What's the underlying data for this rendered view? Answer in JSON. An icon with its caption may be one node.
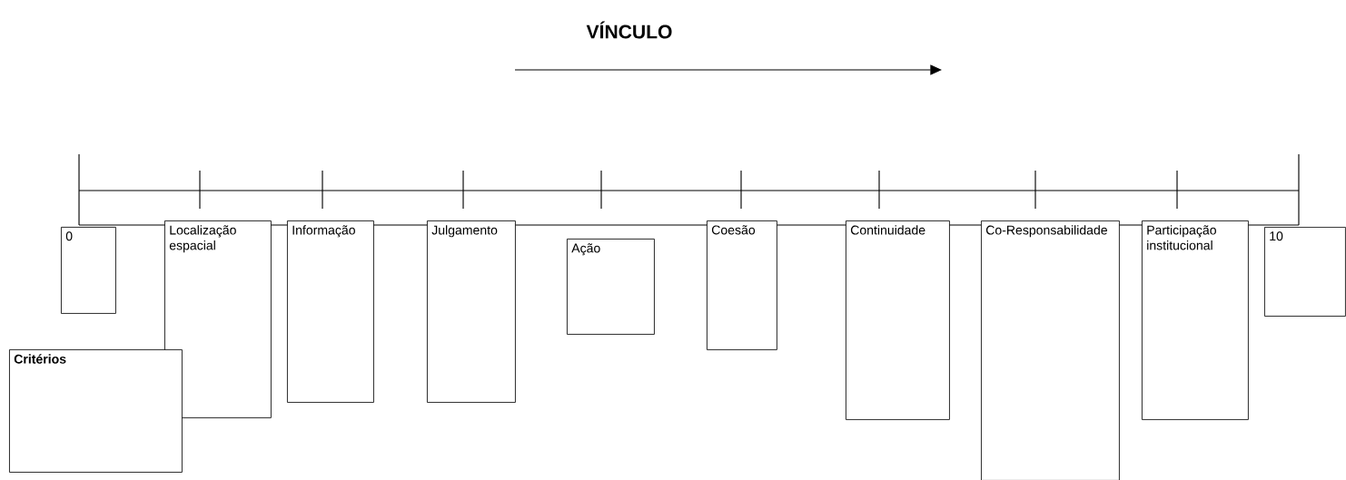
{
  "diagram": {
    "title": "VÍNCULO",
    "nodes": [
      {
        "text": [
          "0"
        ]
      },
      {
        "text": [
          "Localização espacial"
        ]
      },
      {
        "text": [
          "Informação"
        ]
      },
      {
        "text": [
          "Julgamento"
        ]
      },
      {
        "text": [
          "Ação"
        ]
      },
      {
        "text": [
          "Coesão"
        ]
      },
      {
        "text": [
          "Continuidade"
        ]
      },
      {
        "text": [
          "Co-Responsabilidade"
        ]
      },
      {
        "text": [
          "Participação institucional"
        ]
      },
      {
        "text": [
          "10"
        ]
      },
      {
        "text": [
          "Critérios"
        ]
      }
    ]
  }
}
